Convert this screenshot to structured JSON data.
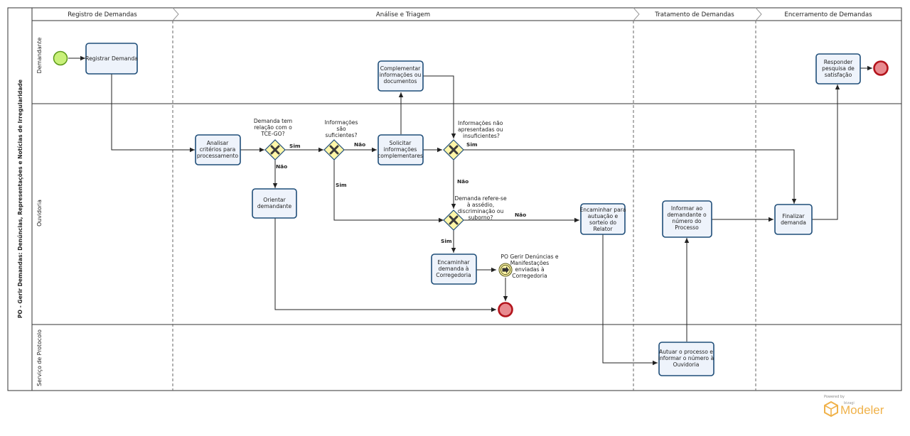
{
  "pool": {
    "name": "PO - Gerir Demandas: Denúncias, Representações e Notícias de Irregularidade"
  },
  "phases": [
    "Registro de Demandas",
    "Análise e Triagem",
    "Tratamento de Demandas",
    "Encerramento de Demandas"
  ],
  "lanes": [
    "Demandante",
    "Ouvidoria",
    "Serviço de Protocolo"
  ],
  "tasks": {
    "registrar": "Registrar Demanda",
    "analisar": [
      "Analisar",
      "critérios para",
      "processamento"
    ],
    "orientar": [
      "Orientar",
      "demandante"
    ],
    "complementar": [
      "Complementar",
      "informações ou",
      "documentos"
    ],
    "solicitar": [
      "Solicitar",
      "informações",
      "complementares"
    ],
    "encaminhar_corr": [
      "Encaminhar",
      "demanda à",
      "Corregedoria"
    ],
    "encaminhar_rel": [
      "Encaminhar para",
      "autuação e",
      "sorteio do",
      "Relator"
    ],
    "informar": [
      "Informar ao",
      "demandante o",
      "número do",
      "Processo"
    ],
    "finalizar": [
      "Finalizar",
      "demanda"
    ],
    "responder": [
      "Responder",
      "pesquisa de",
      "satisfação"
    ],
    "autuar": [
      "Autuar o processo e",
      "informar o número à",
      "Ouvidoria"
    ]
  },
  "gateways": {
    "g1": [
      "Demanda tem",
      "relação com o",
      "TCE-GO?"
    ],
    "g2": [
      "Informações",
      "são",
      "suficientes?"
    ],
    "g3": [
      "Informações não",
      "apresentadas ou",
      "insuficientes?"
    ],
    "g4": [
      "Demanda refere-se",
      "à assédio,",
      "discriminação ou",
      "suborno?"
    ]
  },
  "event_labels": {
    "message_throw": [
      "PO Gerir Denúncias e",
      "Manifestações",
      "enviadas à",
      "Corregedoria"
    ]
  },
  "flow_labels": {
    "g1_sim": "Sim",
    "g1_nao": "Não",
    "g2_nao": "Não",
    "g2_sim": "Sim",
    "g3_sim": "Sim",
    "g3_nao": "Não",
    "g4_nao": "Não",
    "g4_sim": "Sim"
  },
  "branding": {
    "powered": "Powered by",
    "bizagi": "bizagi",
    "product": "Modeler"
  },
  "colors": {
    "task_fill": "#eef3fb",
    "task_stroke": "#1f4e79",
    "gateway_fill": "#fff6a8",
    "start_fill": "#c9f07a",
    "start_stroke": "#5c9a18",
    "end_fill": "#e88a8f",
    "end_stroke": "#b3141c",
    "brand": "#f0b24a"
  },
  "icons": [
    "exclusive-gateway-icon",
    "message-throw-icon",
    "bizagi-cube-icon"
  ]
}
